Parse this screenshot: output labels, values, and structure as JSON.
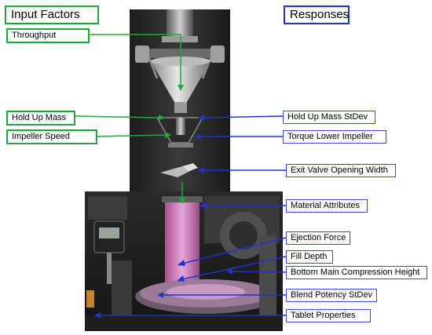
{
  "headers": {
    "input_factors": "Input Factors",
    "responses": "Responses"
  },
  "input_labels": {
    "throughput": "Throughput",
    "hold_up_mass": "Hold Up Mass",
    "impeller_speed": "Impeller Speed"
  },
  "response_labels": {
    "hold_up_mass_stdev": "Hold Up Mass StDev",
    "torque_lower_impeller": "Torque Lower Impeller",
    "exit_valve_opening_width": "Exit Valve Opening Width",
    "material_attributes": "Material Attributes",
    "ejection_force": "Ejection Force",
    "fill_depth": "Fill Depth",
    "bottom_main_compression_height": "Bottom Main Compression Height",
    "blend_potency_stdev": "Blend Potency StDev",
    "tablet_properties": "Tablet Properties"
  },
  "colors": {
    "input_green": "#1fa93a",
    "response_blue": "#2233c8",
    "powder_pink": "#d98ad0"
  }
}
